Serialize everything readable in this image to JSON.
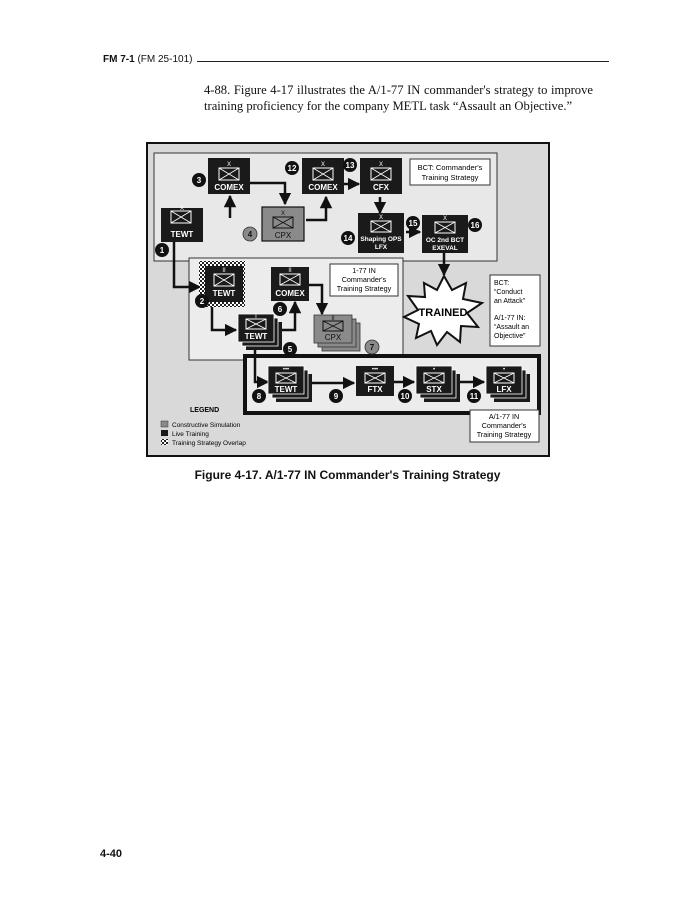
{
  "header": {
    "doc_id": "FM 7-1",
    "alt_id": "(FM 25-101)"
  },
  "paragraph": "4-88. Figure 4-17 illustrates the A/1-77 IN commander's strategy to improve training proficiency for the company METL task “Assault an Objective.”",
  "figure": {
    "caption": "Figure 4-17. A/1-77 IN Commander's Training Strategy",
    "nodes": {
      "tewt1": "TEWT",
      "comex3": "COMEX",
      "cpx4": "CPX",
      "comex12": "COMEX",
      "cfx13": "CFX",
      "lfx14a": "Shaping OPS",
      "lfx14b": "LFX",
      "exe16a": "OC 2nd BCT",
      "exe16b": "EXEVAL",
      "tewt2": "TEWT",
      "comex6": "COMEX",
      "tewt5": "TEWT",
      "cpx7": "CPX",
      "tewt8": "TEWT",
      "ftx9": "FTX",
      "stx10": "STX",
      "lfx11": "LFX"
    },
    "echelons": {
      "brigade": "X",
      "battalion": "II",
      "company": "I",
      "platoon": "•••",
      "squad": "•"
    },
    "numbers": [
      "1",
      "2",
      "3",
      "4",
      "5",
      "6",
      "7",
      "8",
      "9",
      "10",
      "11",
      "12",
      "13",
      "14",
      "15",
      "16"
    ],
    "bct_strategy": [
      "BCT: Commander's",
      "Training Strategy"
    ],
    "in_strategy": [
      "1-77 IN",
      "Commander's",
      "Training Strategy"
    ],
    "co_strategy": [
      "A/1-77 IN",
      "Commander's",
      "Training Strategy"
    ],
    "trained": "TRAINED",
    "bct_task": [
      "BCT:",
      "“Conduct",
      "an Attack”"
    ],
    "co_task": [
      "A/1-77 IN:",
      "“Assault an",
      "Objective”"
    ],
    "legend": {
      "title": "LEGEND",
      "items": [
        "Constructive Simulation",
        "Live Training",
        "Training Strategy Overlap"
      ]
    }
  },
  "page_number": "4-40"
}
